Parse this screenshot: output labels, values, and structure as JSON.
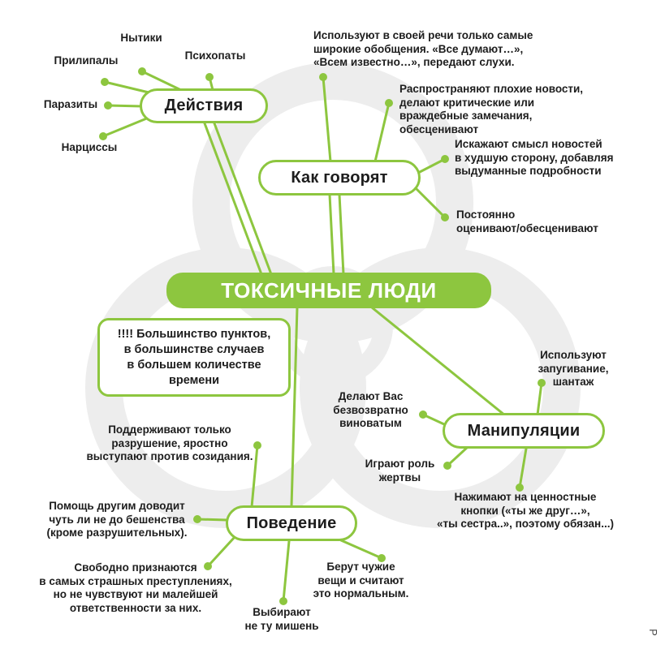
{
  "colors": {
    "green": "#8dc63f",
    "ink": "#1d1d1d",
    "watermark": "#ededed"
  },
  "center": {
    "label": "ТОКСИЧНЫЕ ЛЮДИ"
  },
  "note": {
    "text": "!!!! Большинство пунктов,\nв большинстве случаев\nв большем количестве\nвремени"
  },
  "branches": {
    "actions": {
      "label": "Действия",
      "leaves": {
        "whiners": "Нытики",
        "clingers": "Прилипалы",
        "psychopaths": "Психопаты",
        "parasites": "Паразиты",
        "narcissists": "Нарциссы"
      }
    },
    "speech": {
      "label": "Как говорят",
      "leaves": {
        "generalizations": "Используют в своей речи только самые\nширокие обобщения. «Все думают…»,\n«Всем известно…», передают слухи.",
        "bad_news": "Распространяют плохие новости,\nделают критические или\nвраждебные замечания, обесценивают",
        "distort": "Искажают смысл новостей\nв худшую сторону, добавляя\nвыдуманные подробности",
        "devalue": "Постоянно\nоценивают/обесценивают"
      }
    },
    "manipulations": {
      "label": "Манипуляции",
      "leaves": {
        "intimidation": "Используют\nзапугивание, шантаж",
        "guilt": "Делают Вас\nбезвозвратно\nвиноватым",
        "victim": "Играют роль\nжертвы",
        "value_buttons": "Нажимают на ценностные\nкнопки («ты же друг…»,\n«ты сестра..», поэтому обязан...)"
      }
    },
    "behavior": {
      "label": "Поведение",
      "leaves": {
        "destruction": "Поддерживают только\nразрушение,  яростно\nвыступают против созидания.",
        "help_rage": "Помощь другим доводит\nчуть ли не до бешенства\n(кроме разрушительных).",
        "no_responsibility": "Свободно признаются\nв самых страшных преступлениях,\nно не чувствуют ни малейшей\nответственности за них.",
        "take_things": "Берут чужие\nвещи и считают\nэто нормальным.",
        "wrong_target": "Выбирают\nне ту мишень"
      }
    }
  },
  "corner_mark": "Р"
}
